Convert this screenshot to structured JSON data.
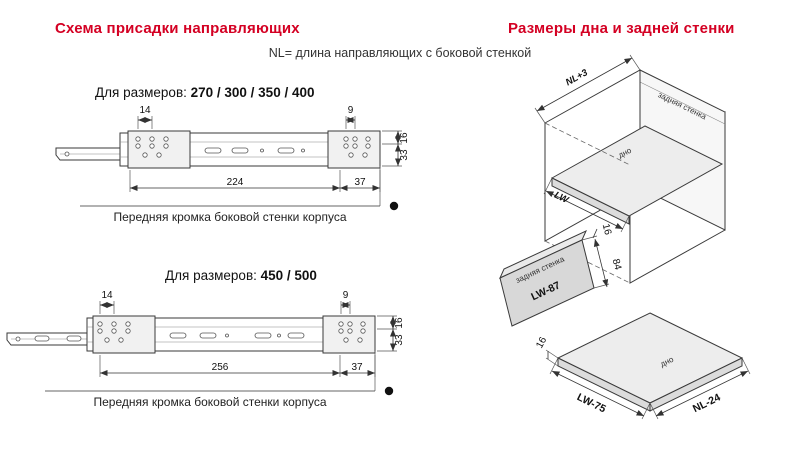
{
  "headings": {
    "left": "Схема присадки направляющих",
    "right": "Размеры дна и задней стенки"
  },
  "subtitle": "NL= длина направляющих с боковой стенкой",
  "diagrams": [
    {
      "title_prefix": "Для размеров: ",
      "title_sizes": "270 / 300 / 350 / 400",
      "dim_hole_pitch_left": "14",
      "dim_hole_pitch_right": "9",
      "dim_length": "224",
      "dim_front_offset": "37",
      "dim_top_offset": "16",
      "dim_height": "33",
      "edge_label": "Передняя кромка боковой стенки корпуса"
    },
    {
      "title_prefix": "Для размеров: ",
      "title_sizes": "450 / 500",
      "dim_hole_pitch_left": "14",
      "dim_hole_pitch_right": "9",
      "dim_length": "256",
      "dim_front_offset": "37",
      "dim_top_offset": "16",
      "dim_height": "33",
      "edge_label": "Передняя кромка боковой стенки корпуса"
    }
  ],
  "iso_cabinet": {
    "depth_dim": "NL+3",
    "back_wall_label": "задняя стенка",
    "bottom_label": "дно",
    "width_dim": "LW"
  },
  "back_panel": {
    "label": "задняя стенка",
    "width_dim": "LW-87",
    "height_dim": "84",
    "thickness_dim": "16"
  },
  "bottom_panel": {
    "label": "дно",
    "width_dim": "LW-75",
    "depth_dim": "NL-24",
    "thickness_dim": "16"
  },
  "colors": {
    "heading_red": "#d40023",
    "line": "#3a3a3a",
    "text": "#222222"
  }
}
